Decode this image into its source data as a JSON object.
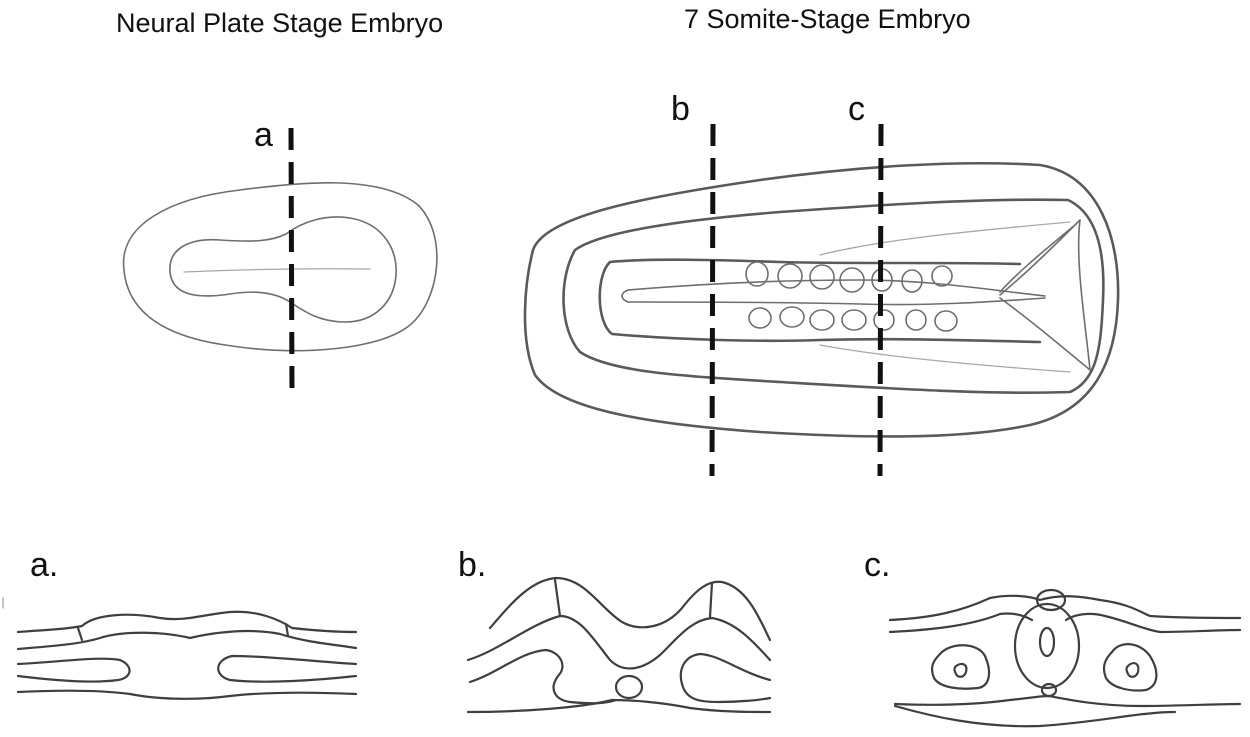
{
  "titles": {
    "left": "Neural Plate Stage Embryo",
    "right": "7 Somite-Stage Embryo"
  },
  "section_markers": {
    "a": "a",
    "b": "b",
    "c": "c"
  },
  "section_panels": {
    "a": "a.",
    "b": "b.",
    "c": "c."
  }
}
